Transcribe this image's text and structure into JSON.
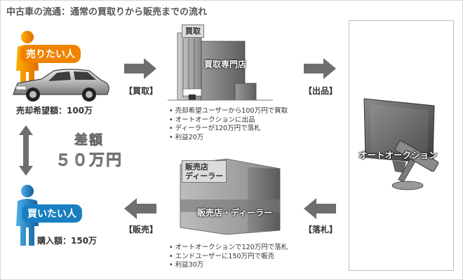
{
  "title": "中古車の流通：通常の買取りから販売までの流れ",
  "seller": {
    "label": "売りたい人",
    "caption": "売却希望額：100万",
    "label_color": "#f08300"
  },
  "buyer": {
    "label": "買いたい人",
    "caption": "購入額：150万",
    "label_color": "#1a7fc1"
  },
  "difference": {
    "line1": "差額",
    "line2": "５０万円"
  },
  "purchase_shop": {
    "sign": "買取",
    "name": "買取専門店",
    "notes": [
      "売却希望ユーザーから100万円で買取",
      "オートオークションに出品",
      "ディーラーが120万円で落札",
      "利益20万"
    ]
  },
  "dealer": {
    "sign_line1": "販売店",
    "sign_line2": "ディーラー",
    "name": "販売店・ディーラー",
    "notes": [
      "オートオークションで120万円で落札",
      "エンドユーザーに150万円で販売",
      "利益30万"
    ]
  },
  "auction": {
    "label": "オートオークション"
  },
  "flow_labels": {
    "buy": "【買取】",
    "list": "【出品】",
    "win_bid": "【落札】",
    "sell": "【販売】"
  },
  "colors": {
    "seller_orange": "#f08300",
    "buyer_blue": "#1a7fc1",
    "arrow_gray": "#6e6e6e",
    "building_gray": "#8a8a8a"
  },
  "icons": {
    "car": "car-icon",
    "monitor": "monitor-icon",
    "gavel": "gavel-icon",
    "double_arrow": "double-arrow-icon"
  }
}
